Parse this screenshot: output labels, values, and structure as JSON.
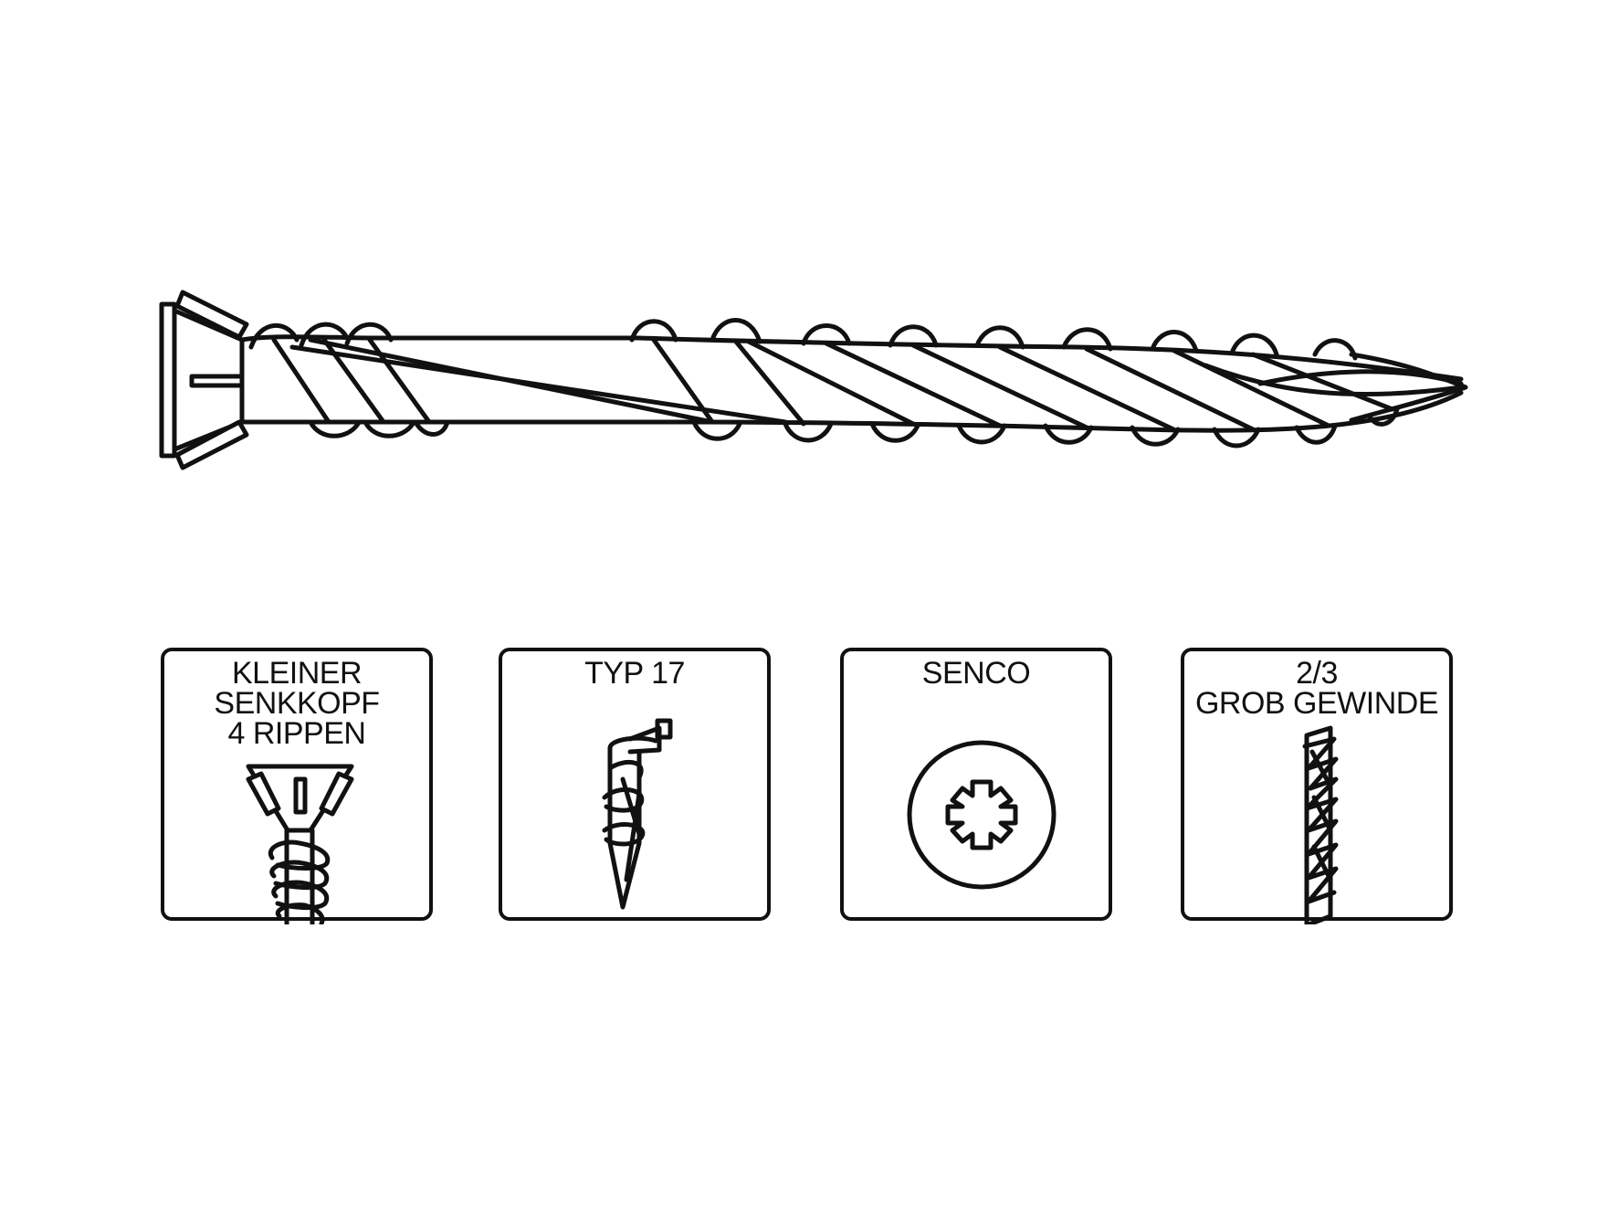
{
  "features": [
    {
      "id": "head",
      "label": "KLEINER\nSENKKOPF\n4 RIPPEN",
      "icon": "countersunk-head-ribs-icon"
    },
    {
      "id": "tip",
      "label": "TYP 17",
      "icon": "type17-tip-icon"
    },
    {
      "id": "drive",
      "label": "SENCO",
      "icon": "senco-drive-icon"
    },
    {
      "id": "thread",
      "label": "2/3\nGROB GEWINDE",
      "icon": "coarse-thread-icon"
    }
  ],
  "colors": {
    "ink": "#111111",
    "background": "#ffffff"
  }
}
